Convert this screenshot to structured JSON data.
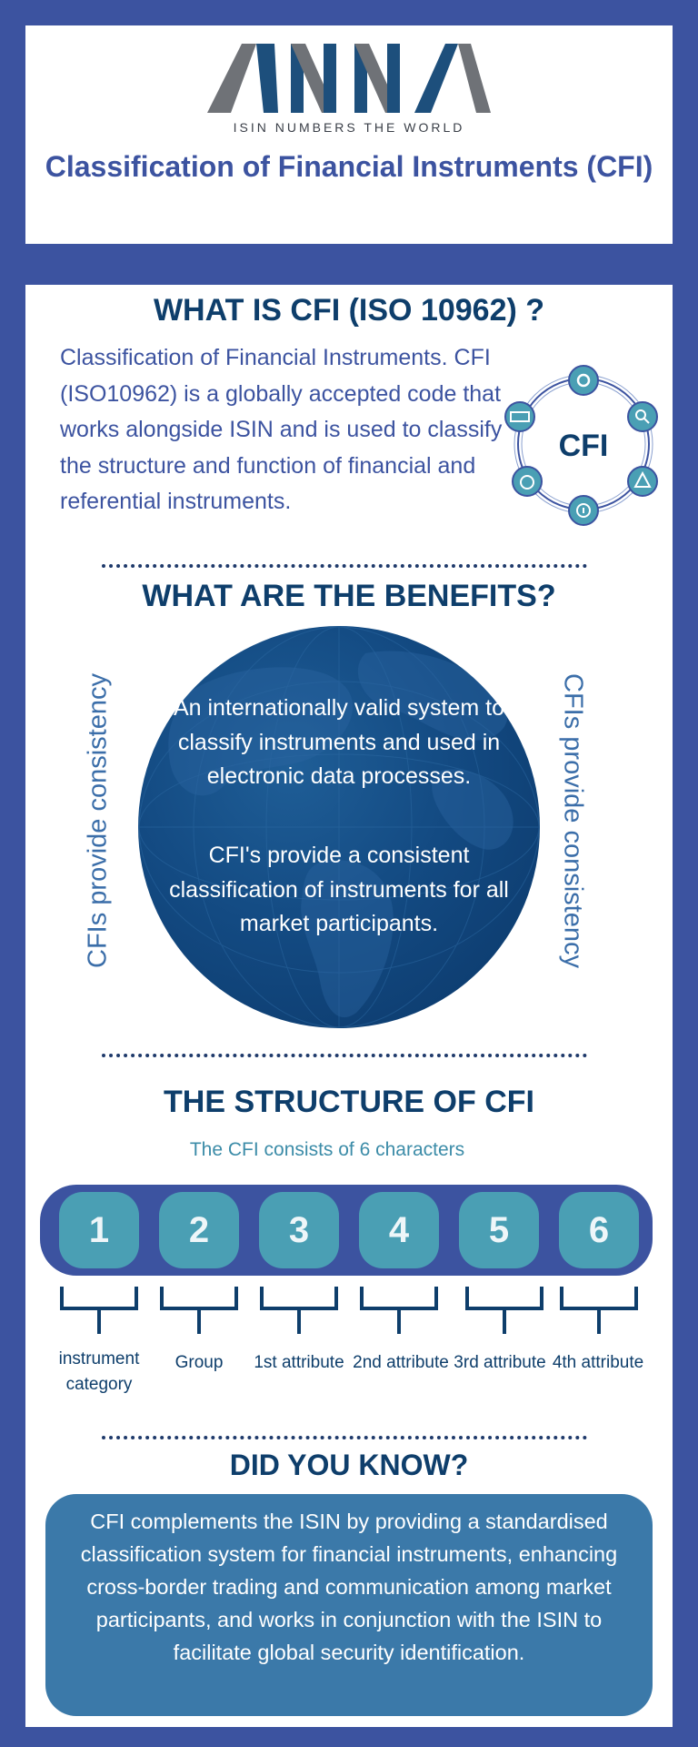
{
  "header": {
    "logo": "ANNA",
    "tagline": "ISIN NUMBERS THE WORLD",
    "title": "Classification of Financial Instruments (CFI)"
  },
  "what_is": {
    "heading": "WHAT IS CFI (ISO 10962) ?",
    "text": "Classification of Financial Instruments. CFI (ISO10962) is a globally accepted code that works alongside ISIN and is used to classify the structure and function of financial and referential instruments.",
    "icon_label": "CFI",
    "icon_names": [
      "gear-icon",
      "search-icon",
      "warning-icon",
      "info-icon",
      "timer-icon",
      "ticket-icon"
    ]
  },
  "benefits": {
    "heading": "WHAT ARE THE BENEFITS?",
    "side_text_left": "CFIs provide consistency",
    "side_text_right": "CFIs provide consistency",
    "globe_text_1": "An internationally valid system to classify instruments and used in electronic data processes.",
    "globe_text_2": "CFI's provide a consistent classification of instruments for all market participants."
  },
  "structure": {
    "heading": "THE STRUCTURE OF CFI",
    "subtitle": "The CFI consists of 6 characters",
    "characters": [
      {
        "number": "1",
        "label": "instrument category"
      },
      {
        "number": "2",
        "label": "Group"
      },
      {
        "number": "3",
        "label": "1st attribute"
      },
      {
        "number": "4",
        "label": "2nd attribute"
      },
      {
        "number": "5",
        "label": "3rd attribute"
      },
      {
        "number": "6",
        "label": "4th attribute"
      }
    ]
  },
  "did_you_know": {
    "heading": "DID YOU KNOW?",
    "text": "CFI complements the ISIN by providing a standardised classification system for financial instruments, enhancing cross-border trading and communication among market participants, and works in conjunction with the ISIN to facilitate global security identification."
  },
  "colors": {
    "background": "#3c53a0",
    "heading": "#0e3e6b",
    "accent": "#4a9fb4",
    "globe": "#134a82",
    "info_box": "#3b79a9"
  }
}
